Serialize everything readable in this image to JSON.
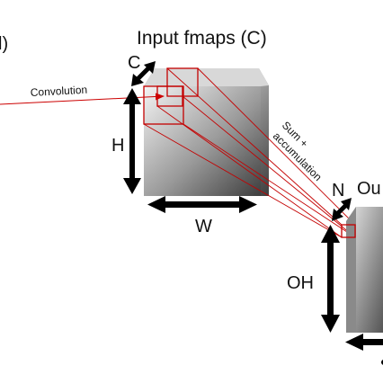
{
  "diagram": {
    "left_fragment": "l)",
    "input_title": "Input fmaps (C)",
    "label_c": "C",
    "label_h": "H",
    "label_w": "W",
    "label_n": "N",
    "output_fragment": "Ou",
    "label_oh": "OH",
    "convolution_label": "Convolution",
    "sum_label_line1": "Sum +",
    "sum_label_line2": "accumulation"
  }
}
